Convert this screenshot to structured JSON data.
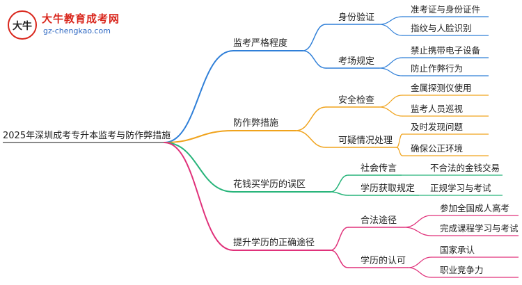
{
  "logo": {
    "title": "大牛教育成考网",
    "url": "gz-chengkao.com",
    "mark_text": "大牛"
  },
  "mindmap": {
    "root": "2025年深圳成考专升本监考与防作弊措施",
    "branches": [
      {
        "label": "监考严格程度",
        "color": "#2f7fd8",
        "children": [
          {
            "label": "身份验证",
            "children": [
              "准考证与身份证件",
              "指纹与人脸识别"
            ]
          },
          {
            "label": "考场规定",
            "children": [
              "禁止携带电子设备",
              "防止作弊行为"
            ]
          }
        ]
      },
      {
        "label": "防作弊措施",
        "color": "#f0a31c",
        "children": [
          {
            "label": "安全检查",
            "children": [
              "金属探测仪使用",
              "监考人员巡视"
            ]
          },
          {
            "label": "可疑情况处理",
            "children": [
              "及时发现问题",
              "确保公正环境"
            ]
          }
        ]
      },
      {
        "label": "花钱买学历的误区",
        "color": "#27b47a",
        "children": [
          {
            "label": "社会传言",
            "children": [
              "不合法的金钱交易"
            ]
          },
          {
            "label": "学历获取规定",
            "children": [
              "正规学习与考试"
            ]
          }
        ]
      },
      {
        "label": "提升学历的正确途径",
        "color": "#e0317a",
        "children": [
          {
            "label": "合法途径",
            "children": [
              "参加全国成人高考",
              "完成课程学习与考试"
            ]
          },
          {
            "label": "学历的认可",
            "children": [
              "国家承认",
              "职业竞争力"
            ]
          }
        ]
      }
    ]
  }
}
